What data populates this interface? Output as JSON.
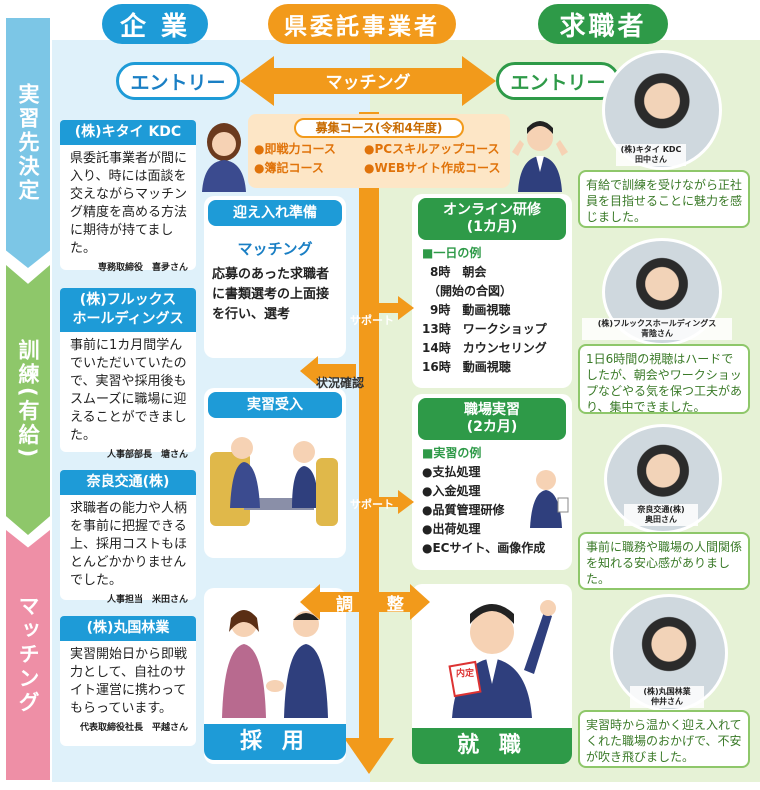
{
  "headers": {
    "company": "企 業",
    "prefecture": "県委託事業者",
    "seeker": "求職者"
  },
  "entry_left": "エントリー",
  "entry_right": "エントリー",
  "matching_arrow": "マッチング",
  "side": {
    "s1": "実習先決定",
    "s2": "訓練(有給)",
    "s3": "マッチング"
  },
  "course": {
    "title": "募集コース(令和4年度)",
    "items": [
      "●即戦力コース",
      "●PCスキルアップコース",
      "●簿記コース",
      "●WEBサイト作成コース"
    ]
  },
  "companies": [
    {
      "name": "(株)キタイ KDC",
      "text": "県委託事業者が間に入り、時には面談を交えながらマッチング精度を高める方法に期待が持てました。",
      "sig": "専務取締役　喜夛さん"
    },
    {
      "name": "(株)フルックス\nホールディングス",
      "text": "事前に1カ月間学んでいただいていたので、実習や採用後もスムーズに職場に迎えることができました。",
      "sig": "人事部部長　塘さん"
    },
    {
      "name": "奈良交通(株)",
      "text": "求職者の能力や人柄を事前に把握できる上、採用コストもほとんどかかりませんでした。",
      "sig": "人事担当　米田さん"
    },
    {
      "name": "(株)丸国林業",
      "text": "実習開始日から即戦力として、自社のサイト運営に携わってもらっています。",
      "sig": "代表取締役社長　平越さん"
    }
  ],
  "prep": {
    "title": "迎え入れ準備",
    "sub": "マッチング",
    "text": "応募のあった求職者に書類選考の上面接を行い、選考"
  },
  "accept": {
    "title": "実習受入"
  },
  "hire": "採 用",
  "job": "就 職",
  "adjust": "調 整",
  "support1": "サポート",
  "support2": "サポート",
  "status": "状況確認",
  "online": {
    "title": "オンライン研修\n(1カ月)",
    "head": "■一日の例",
    "items": [
      "8時　朝会",
      "（開始の合図）",
      "9時　動画視聴",
      "13時　ワークショップ",
      "14時　カウンセリング",
      "16時　動画視聴"
    ]
  },
  "workplace": {
    "title": "職場実習\n(2カ月)",
    "head": "■実習の例",
    "items": [
      "●支払処理",
      "●入金処理",
      "●品質管理研修",
      "●出荷処理",
      "●ECサイト、画像作成"
    ]
  },
  "seekers": [
    {
      "label": "(株)キタイ KDC\n田中さん",
      "text": "有給で訓練を受けながら正社員を目指せることに魅力を感じました。"
    },
    {
      "label": "(株)フルックスホールディングス\n青陰さん",
      "text": "1日6時間の視聴はハードでしたが、朝会やワークショップなどやる気を保つ工夫があり、集中できました。"
    },
    {
      "label": "奈良交通(株)\n奥田さん",
      "text": "事前に職務や職場の人間関係を知れる安心感がありました。"
    },
    {
      "label": "(株)丸国林業\n仲井さん",
      "text": "実習時から温かく迎え入れてくれた職場のおかげで、不安が吹き飛びました。"
    }
  ],
  "stamp": "内定",
  "colors": {
    "blue": "#1e9bd7",
    "green": "#2e9a48",
    "orange": "#f29a1b"
  }
}
